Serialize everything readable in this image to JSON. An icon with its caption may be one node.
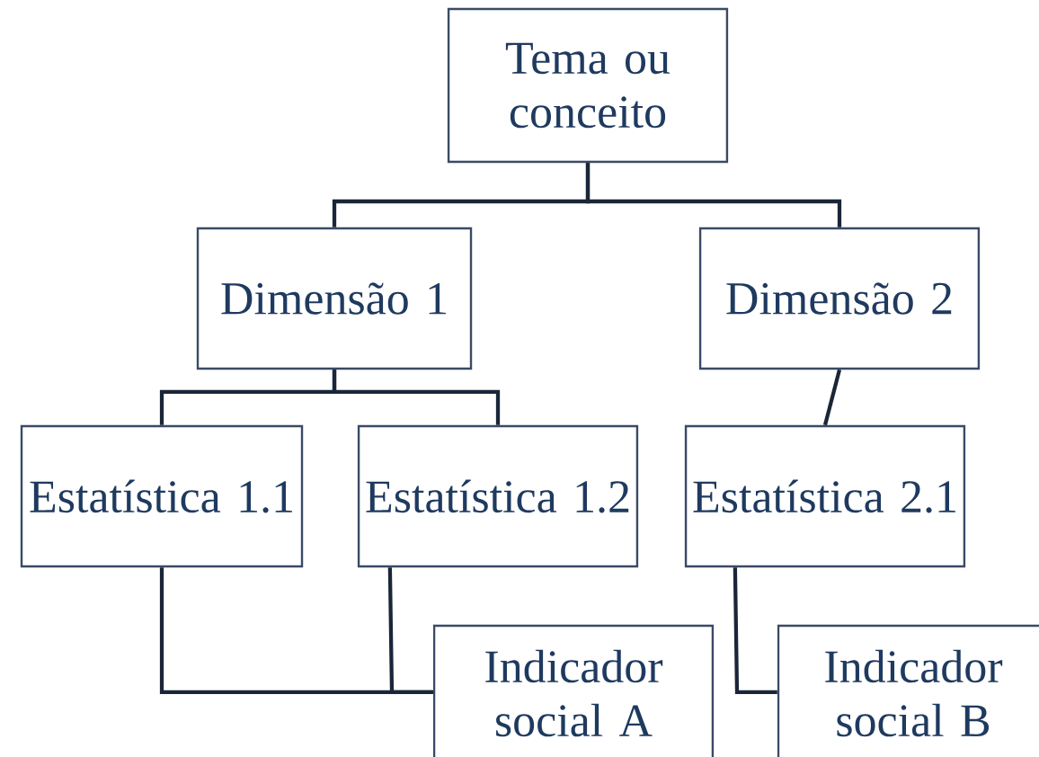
{
  "diagram": {
    "nodes": [
      {
        "text": [
          "Tema ou conceito"
        ]
      },
      {
        "text": [
          "Dimensão 1"
        ]
      },
      {
        "text": [
          "Dimensão 2"
        ]
      },
      {
        "text": [
          "Estatística 1.1"
        ]
      },
      {
        "text": [
          "Estatística 1.2"
        ]
      },
      {
        "text": [
          "Estatística 2.1"
        ]
      },
      {
        "text": [
          "Indicador social A"
        ]
      },
      {
        "text": [
          "Indicador social B"
        ]
      }
    ],
    "edges": [
      {
        "from": 0,
        "to": 1,
        "arrow": "none"
      },
      {
        "from": 0,
        "to": 2,
        "arrow": "none"
      },
      {
        "from": 1,
        "to": 3,
        "arrow": "none"
      },
      {
        "from": 1,
        "to": 4,
        "arrow": "none"
      },
      {
        "from": 2,
        "to": 5,
        "arrow": "none"
      },
      {
        "from": 3,
        "to": 6,
        "arrow": "none"
      },
      {
        "from": 4,
        "to": 6,
        "arrow": "none"
      },
      {
        "from": 5,
        "to": 7,
        "arrow": "none"
      }
    ]
  }
}
